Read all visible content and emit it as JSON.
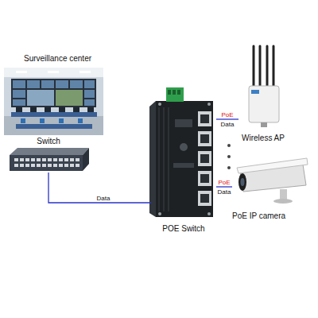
{
  "diagram": {
    "nodes": [
      {
        "text": [
          "Surveillance center"
        ]
      },
      {
        "text": [
          "Wireless AP"
        ]
      },
      {
        "text": [
          "Switch"
        ]
      },
      {
        "text": [
          "POE Switch"
        ]
      },
      {
        "text": [
          "PoE IP camera"
        ]
      }
    ],
    "edges": [
      {
        "from": 2,
        "to": 3,
        "label": "Data",
        "arrow": "none"
      },
      {
        "from": 3,
        "to": 1,
        "label": "PoE",
        "arrow": "none"
      },
      {
        "from": 3,
        "to": 4,
        "label": "PoE",
        "arrow": "none"
      }
    ],
    "labels": [
      "Data",
      "Data"
    ]
  }
}
